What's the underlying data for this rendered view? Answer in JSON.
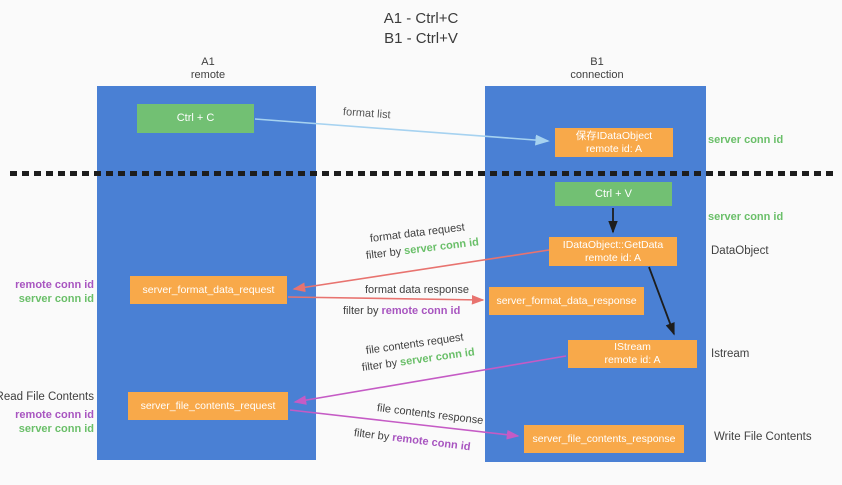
{
  "title": {
    "line1": "A1 - Ctrl+C",
    "line2": "B1 - Ctrl+V"
  },
  "lanes": {
    "a1": {
      "name": "A1",
      "role": "remote"
    },
    "b1": {
      "name": "B1",
      "role": "connection"
    }
  },
  "boxes": {
    "ctrl_c": {
      "label": "Ctrl + C"
    },
    "save_idataobject": {
      "line1": "保存IDataObject",
      "line2": "remote id: A"
    },
    "ctrl_v": {
      "label": "Ctrl + V"
    },
    "getdata": {
      "line1": "IDataObject::GetData",
      "line2": "remote id: A"
    },
    "format_request": {
      "label": "server_format_data_request"
    },
    "format_response": {
      "label": "server_format_data_response"
    },
    "istream": {
      "line1": "IStream",
      "line2": "remote id: A"
    },
    "file_request": {
      "label": "server_file_contents_request"
    },
    "file_response": {
      "label": "server_file_contents_response"
    }
  },
  "arrow_labels": {
    "format_list": "format list",
    "format_request_line1": "format data request",
    "format_request_filter_prefix": "filter by",
    "format_request_filter_key": "server conn id",
    "format_response_line1": "format data response",
    "format_response_filter_prefix": "filter by",
    "format_response_filter_key": "remote conn id",
    "file_request_line1": "file contents request",
    "file_request_filter_prefix": "filter by",
    "file_request_filter_key": "server conn id",
    "file_response_line1": "file contents response",
    "file_response_filter_prefix": "filter by",
    "file_response_filter_key": "remote conn id"
  },
  "side_labels": {
    "right_server_conn_id_1": "server conn id",
    "right_server_conn_id_2": "server conn id",
    "right_dataobject": "DataObject",
    "right_istream": "Istream",
    "right_write_file": "Write File Contents",
    "left_remote_conn_id_1": "remote conn id",
    "left_server_conn_id_1": "server conn id",
    "left_read_file": "Read File Contents",
    "left_remote_conn_id_2": "remote conn id",
    "left_server_conn_id_2": "server conn id"
  },
  "colors": {
    "lane_blue": "#4a80d4",
    "box_green": "#72c073",
    "box_orange": "#f8a94a",
    "arrow_salmon": "#e8736f",
    "arrow_magenta": "#c55bc5",
    "arrow_lightblue": "#a6d2f0",
    "arrow_black": "#1d1d1d",
    "text_green": "#6abf69",
    "text_purple": "#a855c0"
  }
}
